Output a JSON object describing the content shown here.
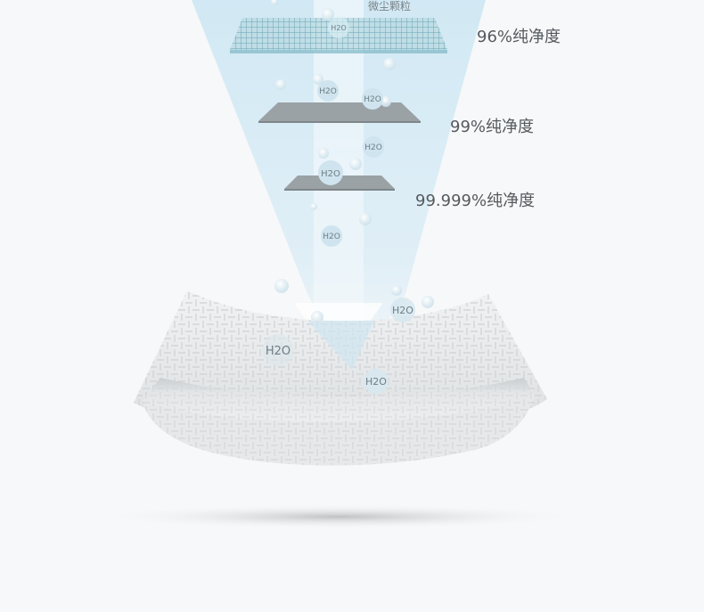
{
  "labels": {
    "top_caption": "微尘颗粒",
    "level_1": "96%纯净度",
    "level_2": "99%纯净度",
    "level_3": "99.999%纯净度"
  },
  "molecule_text": "H2O",
  "colors": {
    "background": "#f7f8f9",
    "beam": "#d6ecf6",
    "filter_grid": "#7fb6c4",
    "filter_sheet": "#9aa2a6",
    "pad": "#e7e9ea",
    "text": "#555a5f"
  }
}
